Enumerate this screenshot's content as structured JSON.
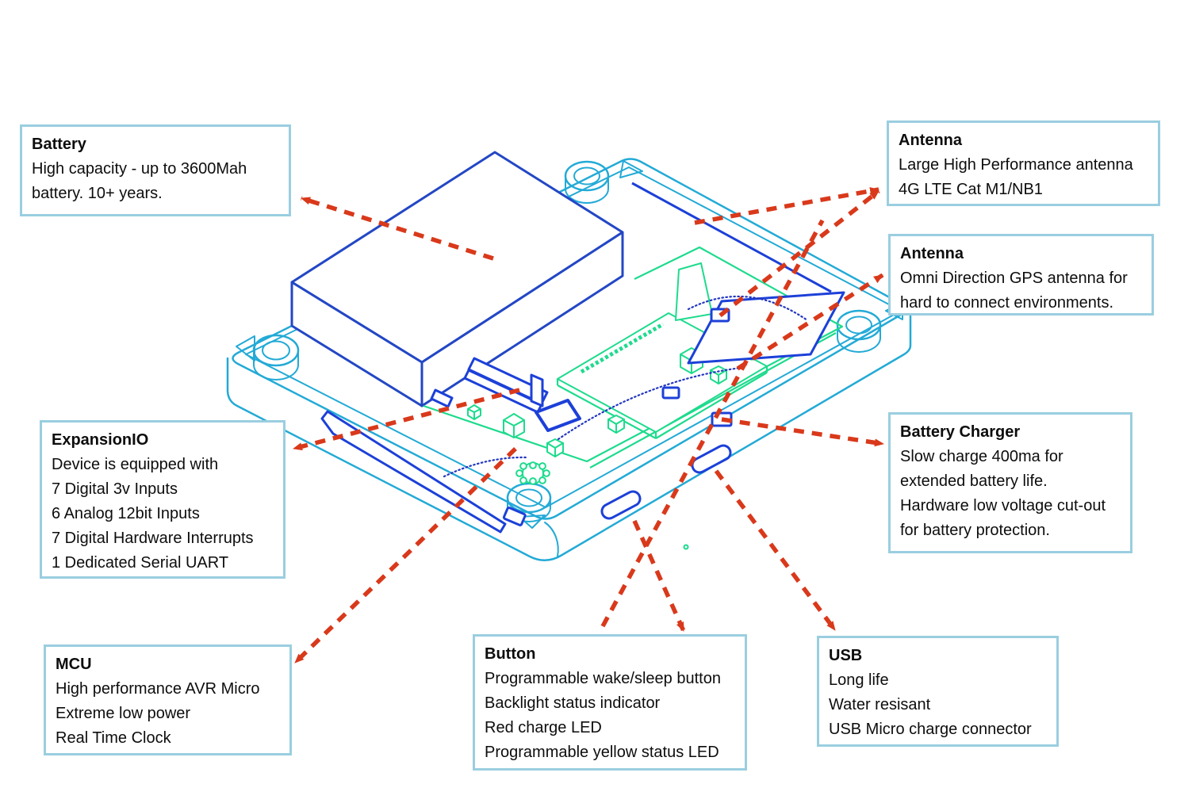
{
  "colors": {
    "enclosure": "#23aad6",
    "battery": "#2347c5",
    "components": "#1c40d8",
    "pcb": "#1edb8d",
    "leader": "#d9391b",
    "callout_border": "#9acee0",
    "wire": "#2336c0",
    "text": "#0d0d0d"
  },
  "callouts": {
    "battery": {
      "title": "Battery",
      "lines": [
        "High capacity - up to 3600Mah",
        "battery. 10+ years."
      ]
    },
    "antenna_lte": {
      "title": "Antenna",
      "lines": [
        "Large High Performance antenna",
        "4G LTE Cat M1/NB1"
      ]
    },
    "antenna_gps": {
      "title": "Antenna",
      "lines": [
        "Omni Direction GPS antenna for",
        "hard to connect environments."
      ]
    },
    "expansion_io": {
      "title": "ExpansionIO",
      "lines": [
        "Device is equipped with",
        "7 Digital 3v Inputs",
        "6 Analog 12bit Inputs",
        "7 Digital Hardware Interrupts",
        "1 Dedicated Serial UART"
      ]
    },
    "battery_charger": {
      "title": "Battery Charger",
      "lines": [
        "Slow charge 400ma for",
        "extended battery life.",
        "Hardware low voltage cut-out",
        "for battery protection."
      ]
    },
    "mcu": {
      "title": "MCU",
      "lines": [
        "High performance AVR Micro",
        "Extreme low power",
        "Real Time Clock"
      ]
    },
    "button": {
      "title": "Button",
      "lines": [
        "Programmable wake/sleep button",
        "Backlight status indicator",
        "Red charge LED",
        "Programmable yellow status LED"
      ]
    },
    "usb": {
      "title": "USB",
      "lines": [
        "Long life",
        "Water resisant",
        "USB Micro charge connector"
      ]
    }
  }
}
